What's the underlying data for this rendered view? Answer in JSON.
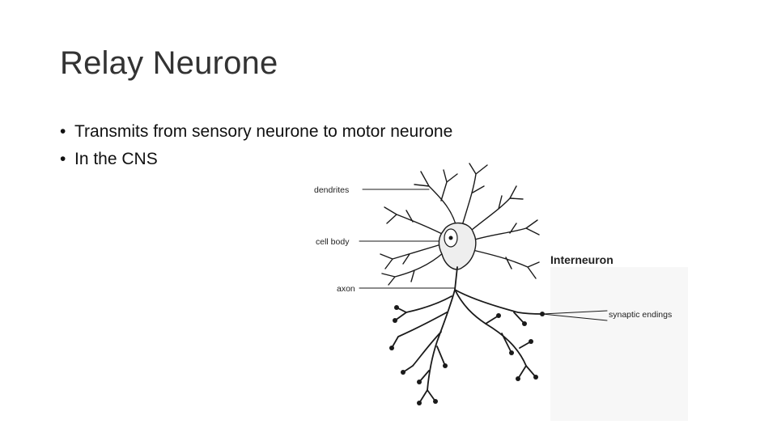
{
  "slide": {
    "title": "Relay Neurone",
    "bullets": [
      {
        "marker": "•",
        "text": "Transmits from sensory neurone to motor neurone"
      },
      {
        "marker": "•",
        "text": "In the CNS"
      }
    ]
  },
  "figure": {
    "labels": {
      "dendrites": "dendrites",
      "cell_body": "cell body",
      "axon": "axon",
      "interneuron": "Interneuron",
      "synaptic_endings": "synaptic endings"
    }
  }
}
